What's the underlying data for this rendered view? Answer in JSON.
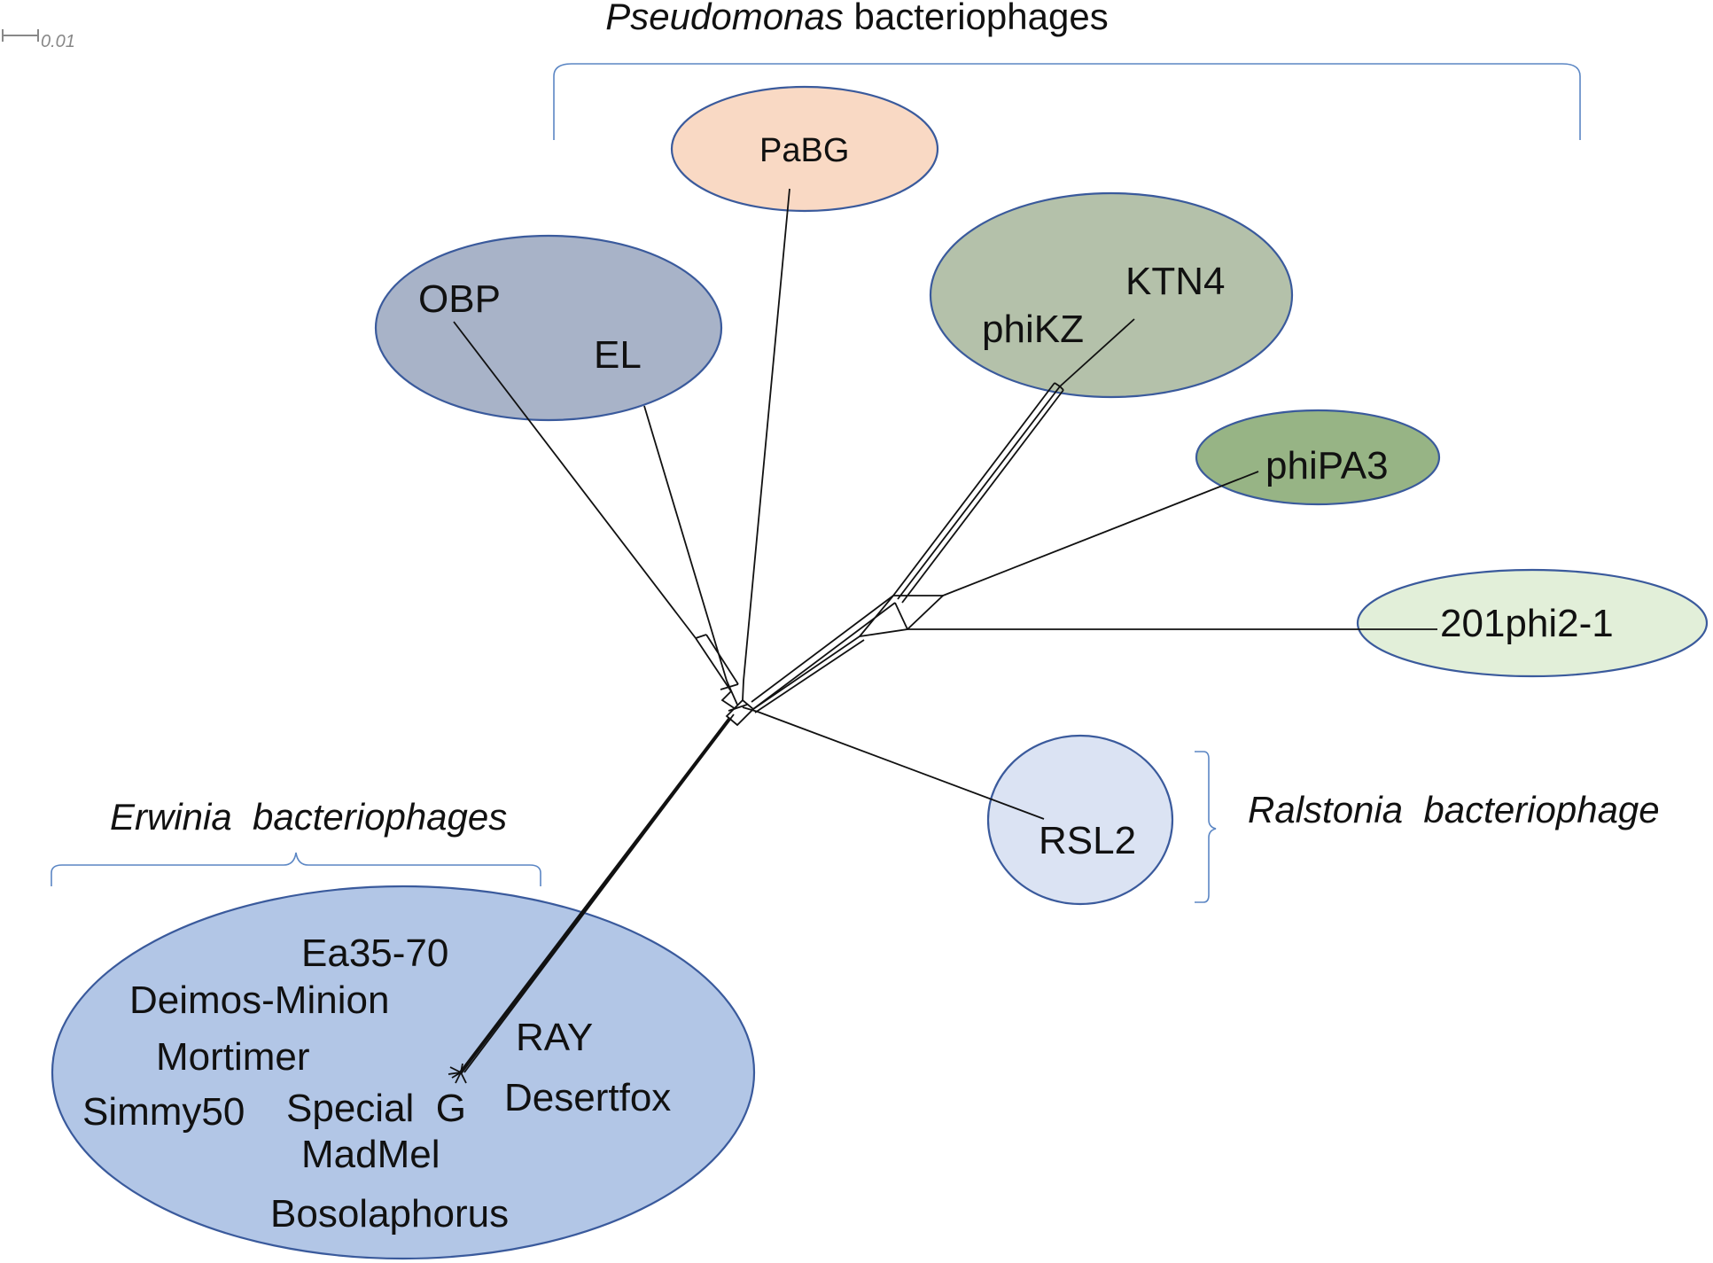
{
  "scale_bar": {
    "label": "0.01"
  },
  "groups": {
    "pseudomonas": {
      "name_italic": "Pseudomonas",
      "name_rest": " bacteriophages"
    },
    "erwinia": {
      "name_italic": "Erwinia  bacteriophages"
    },
    "ralstonia": {
      "name_italic": "Ralstonia  bacteriophage"
    }
  },
  "clusters": {
    "pabg": {
      "color": "#f9d9c4",
      "leaves": [
        "PaBG"
      ]
    },
    "obp_el": {
      "color": "#a8b3c8",
      "leaves": [
        "OBP",
        "EL"
      ]
    },
    "phikz_ktn4": {
      "color": "#b4c1aa",
      "leaves": [
        "KTN4",
        "phiKZ"
      ]
    },
    "phipa3": {
      "color": "#97b485",
      "leaves": [
        "phiPA3"
      ]
    },
    "201phi2": {
      "color": "#e2efd9",
      "leaves": [
        "201phi2-1"
      ]
    },
    "rsl2": {
      "color": "#dbe3f3",
      "leaves": [
        "RSL2"
      ]
    },
    "erwinia": {
      "color": "#b2c6e6",
      "leaves": [
        "Ea35-70",
        "Deimos-Minion",
        "Mortimer",
        "RAY",
        "Simmy50",
        "Special  G",
        "Desertfox",
        "MadMel",
        "Bosolaphorus"
      ]
    }
  }
}
